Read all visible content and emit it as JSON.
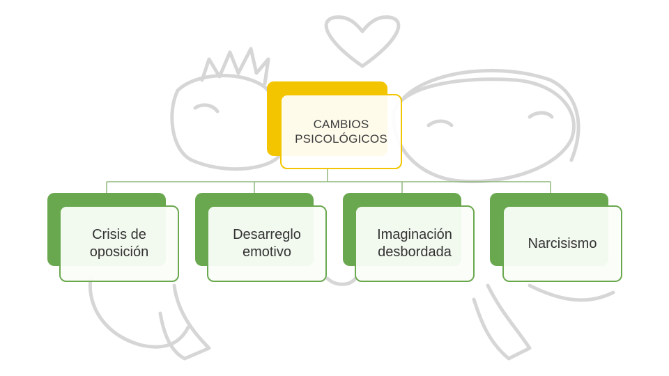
{
  "diagram": {
    "root": {
      "label": "CAMBIOS PSICOLÓGICOS",
      "lines": [
        "CAMBIOS",
        "PSICOLÓGICOS"
      ]
    },
    "children": [
      {
        "lines": [
          "Crisis de",
          "oposición"
        ]
      },
      {
        "lines": [
          "Desarreglo",
          "emotivo"
        ]
      },
      {
        "lines": [
          "Imaginación",
          "desbordada"
        ]
      },
      {
        "lines": [
          "Narcisismo"
        ]
      }
    ]
  },
  "colors": {
    "root_accent": "#f2c500",
    "child_accent": "#6aa84f",
    "connector": "#8fb77a",
    "illustration_line": "#c8c8c8"
  },
  "background": {
    "illustration": "faded-couple-with-heart-sketch"
  }
}
